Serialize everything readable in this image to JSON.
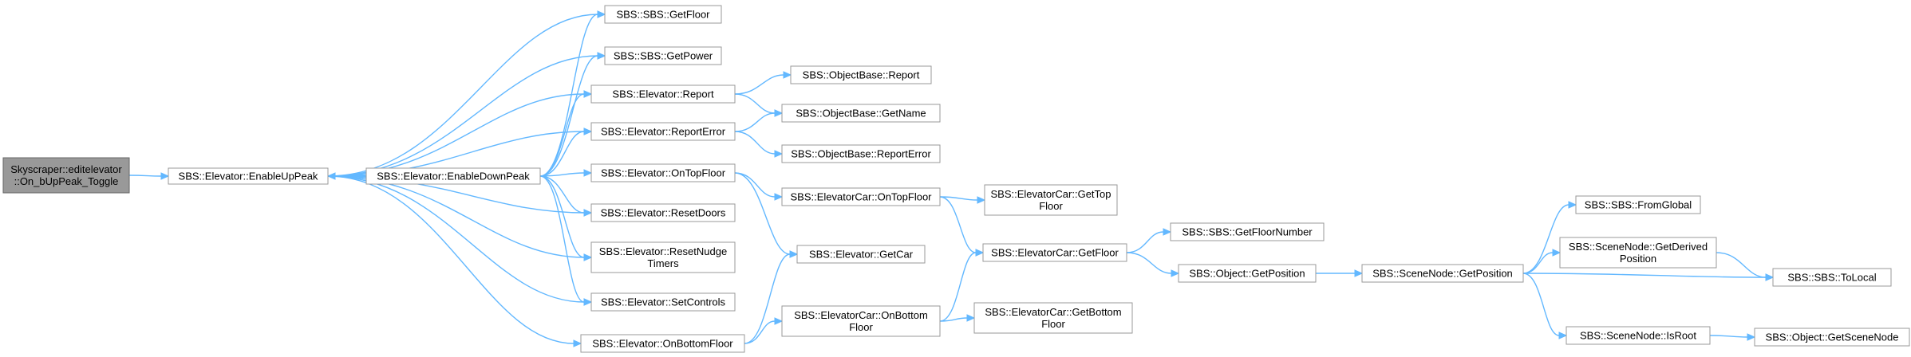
{
  "diagram": {
    "nodes": [
      {
        "id": "root",
        "lines": [
          "Skyscraper::editelevator",
          "::On_bUpPeak_Toggle"
        ],
        "root": true
      },
      {
        "id": "enableUpPeak",
        "lines": [
          "SBS::Elevator::EnableUpPeak"
        ]
      },
      {
        "id": "enableDownPeak",
        "lines": [
          "SBS::Elevator::EnableDownPeak"
        ]
      },
      {
        "id": "getFloor",
        "lines": [
          "SBS::SBS::GetFloor"
        ]
      },
      {
        "id": "getPower",
        "lines": [
          "SBS::SBS::GetPower"
        ]
      },
      {
        "id": "report",
        "lines": [
          "SBS::Elevator::Report"
        ]
      },
      {
        "id": "reportError",
        "lines": [
          "SBS::Elevator::ReportError"
        ]
      },
      {
        "id": "onTopFloor",
        "lines": [
          "SBS::Elevator::OnTopFloor"
        ]
      },
      {
        "id": "resetDoors",
        "lines": [
          "SBS::Elevator::ResetDoors"
        ]
      },
      {
        "id": "resetNudge",
        "lines": [
          "SBS::Elevator::ResetNudge",
          "Timers"
        ]
      },
      {
        "id": "setControls",
        "lines": [
          "SBS::Elevator::SetControls"
        ]
      },
      {
        "id": "onBottomFloor",
        "lines": [
          "SBS::Elevator::OnBottomFloor"
        ]
      },
      {
        "id": "obReport",
        "lines": [
          "SBS::ObjectBase::Report"
        ]
      },
      {
        "id": "obGetName",
        "lines": [
          "SBS::ObjectBase::GetName"
        ]
      },
      {
        "id": "obReportError",
        "lines": [
          "SBS::ObjectBase::ReportError"
        ]
      },
      {
        "id": "carOnTop",
        "lines": [
          "SBS::ElevatorCar::OnTopFloor"
        ]
      },
      {
        "id": "getCar",
        "lines": [
          "SBS::Elevator::GetCar"
        ]
      },
      {
        "id": "carOnBottom",
        "lines": [
          "SBS::ElevatorCar::OnBottom",
          "Floor"
        ]
      },
      {
        "id": "carGetTop",
        "lines": [
          "SBS::ElevatorCar::GetTop",
          "Floor"
        ]
      },
      {
        "id": "carGetFloor",
        "lines": [
          "SBS::ElevatorCar::GetFloor"
        ]
      },
      {
        "id": "carGetBottom",
        "lines": [
          "SBS::ElevatorCar::GetBottom",
          "Floor"
        ]
      },
      {
        "id": "getFloorNumber",
        "lines": [
          "SBS::SBS::GetFloorNumber"
        ]
      },
      {
        "id": "objGetPosition",
        "lines": [
          "SBS::Object::GetPosition"
        ]
      },
      {
        "id": "snGetPosition",
        "lines": [
          "SBS::SceneNode::GetPosition"
        ]
      },
      {
        "id": "fromGlobal",
        "lines": [
          "SBS::SBS::FromGlobal"
        ]
      },
      {
        "id": "snGetDerived",
        "lines": [
          "SBS::SceneNode::GetDerived",
          "Position"
        ]
      },
      {
        "id": "toLocal",
        "lines": [
          "SBS::SBS::ToLocal"
        ]
      },
      {
        "id": "isRoot",
        "lines": [
          "SBS::SceneNode::IsRoot"
        ]
      },
      {
        "id": "getSceneNode",
        "lines": [
          "SBS::Object::GetSceneNode"
        ]
      }
    ],
    "edges": [
      [
        "root",
        "enableUpPeak"
      ],
      [
        "enableUpPeak",
        "enableDownPeak"
      ],
      [
        "enableUpPeak",
        "getFloor"
      ],
      [
        "enableUpPeak",
        "getPower"
      ],
      [
        "enableUpPeak",
        "report"
      ],
      [
        "enableUpPeak",
        "reportError"
      ],
      [
        "enableUpPeak",
        "resetDoors"
      ],
      [
        "enableUpPeak",
        "resetNudge"
      ],
      [
        "enableUpPeak",
        "setControls"
      ],
      [
        "enableUpPeak",
        "onBottomFloor"
      ],
      [
        "enableDownPeak",
        "enableUpPeak"
      ],
      [
        "enableDownPeak",
        "getFloor"
      ],
      [
        "enableDownPeak",
        "getPower"
      ],
      [
        "enableDownPeak",
        "report"
      ],
      [
        "enableDownPeak",
        "reportError"
      ],
      [
        "enableDownPeak",
        "onTopFloor"
      ],
      [
        "enableDownPeak",
        "resetDoors"
      ],
      [
        "enableDownPeak",
        "resetNudge"
      ],
      [
        "enableDownPeak",
        "setControls"
      ],
      [
        "report",
        "obReport"
      ],
      [
        "report",
        "obGetName"
      ],
      [
        "reportError",
        "obGetName"
      ],
      [
        "reportError",
        "obReportError"
      ],
      [
        "onTopFloor",
        "carOnTop"
      ],
      [
        "onTopFloor",
        "getCar"
      ],
      [
        "onBottomFloor",
        "getCar"
      ],
      [
        "onBottomFloor",
        "carOnBottom"
      ],
      [
        "carOnTop",
        "carGetTop"
      ],
      [
        "carOnTop",
        "carGetFloor"
      ],
      [
        "carOnBottom",
        "carGetFloor"
      ],
      [
        "carOnBottom",
        "carGetBottom"
      ],
      [
        "carGetFloor",
        "getFloorNumber"
      ],
      [
        "carGetFloor",
        "objGetPosition"
      ],
      [
        "objGetPosition",
        "snGetPosition"
      ],
      [
        "snGetPosition",
        "fromGlobal"
      ],
      [
        "snGetPosition",
        "snGetDerived"
      ],
      [
        "snGetPosition",
        "toLocal"
      ],
      [
        "snGetPosition",
        "isRoot"
      ],
      [
        "snGetDerived",
        "toLocal"
      ],
      [
        "isRoot",
        "getSceneNode"
      ]
    ]
  }
}
